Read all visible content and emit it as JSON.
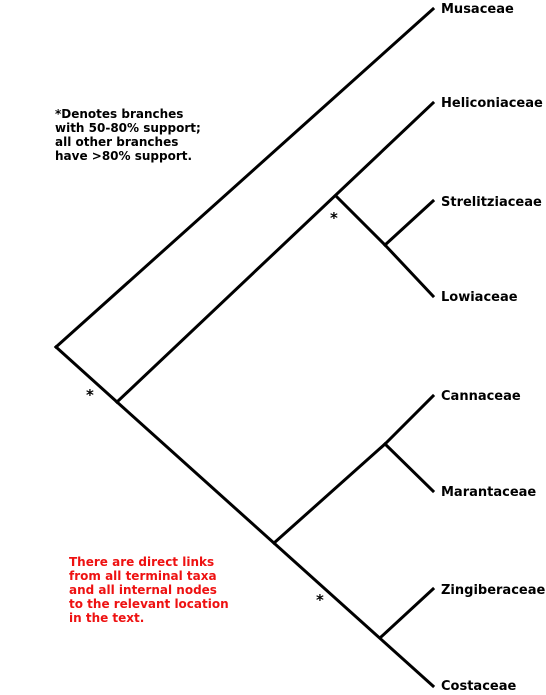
{
  "taxa": [
    "Musaceae",
    "Heliconiaceae",
    "Strelitziaceae",
    "Lowiaceae",
    "Cannaceae",
    "Marantaceae",
    "Zingiberaceae",
    "Costaceae"
  ],
  "support_marker": "*",
  "support_note": {
    "lines": [
      "*Denotes branches",
      "with 50-80% support;",
      "all other branches",
      "have >80% support."
    ]
  },
  "links_note": {
    "lines": [
      "There are direct links",
      "from all terminal taxa",
      "and all internal nodes",
      "to the relevant location",
      "in the text."
    ],
    "color": "#ee1111"
  },
  "line_color": "#000000"
}
